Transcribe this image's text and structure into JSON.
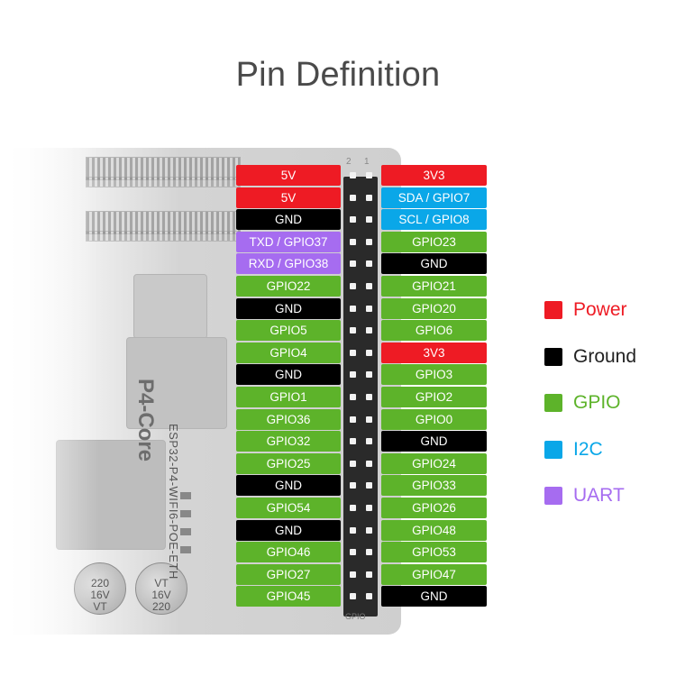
{
  "title": "Pin Definition",
  "board_label": "ESP32-P4-WIFI6-POE-ETH",
  "core_label": "P4-Core",
  "header_silkscreen": "GPIO",
  "pin_numbers": [
    "2",
    "1"
  ],
  "capacitors": [
    {
      "text": "220\n16V\nVT"
    },
    {
      "text": "VT\n16V\n220"
    }
  ],
  "colors": {
    "power": "#ee1b24",
    "ground": "#000000",
    "gpio": "#5db32a",
    "i2c": "#0aa7e8",
    "uart": "#a66cf0"
  },
  "legend": [
    {
      "label": "Power",
      "type": "power"
    },
    {
      "label": "Ground",
      "type": "ground"
    },
    {
      "label": "GPIO",
      "type": "gpio"
    },
    {
      "label": "I2C",
      "type": "i2c"
    },
    {
      "label": "UART",
      "type": "uart"
    }
  ],
  "pins": [
    {
      "left": {
        "label": "5V",
        "type": "power"
      },
      "right": {
        "label": "3V3",
        "type": "power"
      }
    },
    {
      "left": {
        "label": "5V",
        "type": "power"
      },
      "right": {
        "label": "SDA / GPIO7",
        "type": "i2c"
      }
    },
    {
      "left": {
        "label": "GND",
        "type": "ground"
      },
      "right": {
        "label": "SCL / GPIO8",
        "type": "i2c"
      }
    },
    {
      "left": {
        "label": "TXD / GPIO37",
        "type": "uart"
      },
      "right": {
        "label": "GPIO23",
        "type": "gpio"
      }
    },
    {
      "left": {
        "label": "RXD / GPIO38",
        "type": "uart"
      },
      "right": {
        "label": "GND",
        "type": "ground"
      }
    },
    {
      "left": {
        "label": "GPIO22",
        "type": "gpio"
      },
      "right": {
        "label": "GPIO21",
        "type": "gpio"
      }
    },
    {
      "left": {
        "label": "GND",
        "type": "ground"
      },
      "right": {
        "label": "GPIO20",
        "type": "gpio"
      }
    },
    {
      "left": {
        "label": "GPIO5",
        "type": "gpio"
      },
      "right": {
        "label": "GPIO6",
        "type": "gpio"
      }
    },
    {
      "left": {
        "label": "GPIO4",
        "type": "gpio"
      },
      "right": {
        "label": "3V3",
        "type": "power"
      }
    },
    {
      "left": {
        "label": "GND",
        "type": "ground"
      },
      "right": {
        "label": "GPIO3",
        "type": "gpio"
      }
    },
    {
      "left": {
        "label": "GPIO1",
        "type": "gpio"
      },
      "right": {
        "label": "GPIO2",
        "type": "gpio"
      }
    },
    {
      "left": {
        "label": "GPIO36",
        "type": "gpio"
      },
      "right": {
        "label": "GPIO0",
        "type": "gpio"
      }
    },
    {
      "left": {
        "label": "GPIO32",
        "type": "gpio"
      },
      "right": {
        "label": "GND",
        "type": "ground"
      }
    },
    {
      "left": {
        "label": "GPIO25",
        "type": "gpio"
      },
      "right": {
        "label": "GPIO24",
        "type": "gpio"
      }
    },
    {
      "left": {
        "label": "GND",
        "type": "ground"
      },
      "right": {
        "label": "GPIO33",
        "type": "gpio"
      }
    },
    {
      "left": {
        "label": "GPIO54",
        "type": "gpio"
      },
      "right": {
        "label": "GPIO26",
        "type": "gpio"
      }
    },
    {
      "left": {
        "label": "GND",
        "type": "ground"
      },
      "right": {
        "label": "GPIO48",
        "type": "gpio"
      }
    },
    {
      "left": {
        "label": "GPIO46",
        "type": "gpio"
      },
      "right": {
        "label": "GPIO53",
        "type": "gpio"
      }
    },
    {
      "left": {
        "label": "GPIO27",
        "type": "gpio"
      },
      "right": {
        "label": "GPIO47",
        "type": "gpio"
      }
    },
    {
      "left": {
        "label": "GPIO45",
        "type": "gpio"
      },
      "right": {
        "label": "GND",
        "type": "ground"
      }
    }
  ]
}
